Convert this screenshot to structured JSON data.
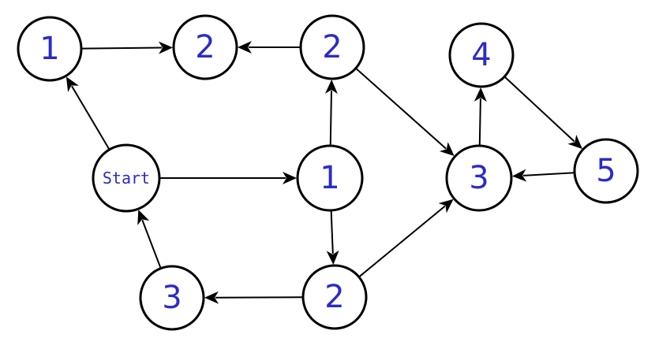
{
  "diagram": {
    "nodes": [
      {
        "id": "n_start",
        "label": "Start"
      },
      {
        "id": "n_tl1",
        "label": "1"
      },
      {
        "id": "n_tc2",
        "label": "2"
      },
      {
        "id": "n_tr2",
        "label": "2"
      },
      {
        "id": "n_c1",
        "label": "1"
      },
      {
        "id": "n_bc2",
        "label": "2"
      },
      {
        "id": "n_bl3",
        "label": "3"
      },
      {
        "id": "n_r3",
        "label": "3"
      },
      {
        "id": "n_r4",
        "label": "4"
      },
      {
        "id": "n_r5",
        "label": "5"
      }
    ],
    "edges": [
      {
        "from": "n_start",
        "to": "n_tl1"
      },
      {
        "from": "n_tl1",
        "to": "n_tc2"
      },
      {
        "from": "n_tr2",
        "to": "n_tc2"
      },
      {
        "from": "n_start",
        "to": "n_c1"
      },
      {
        "from": "n_c1",
        "to": "n_tr2"
      },
      {
        "from": "n_c1",
        "to": "n_bc2"
      },
      {
        "from": "n_bc2",
        "to": "n_bl3"
      },
      {
        "from": "n_bl3",
        "to": "n_start"
      },
      {
        "from": "n_tr2",
        "to": "n_r3"
      },
      {
        "from": "n_bc2",
        "to": "n_r3"
      },
      {
        "from": "n_r3",
        "to": "n_r4"
      },
      {
        "from": "n_r4",
        "to": "n_r5"
      },
      {
        "from": "n_r5",
        "to": "n_r3"
      }
    ],
    "colors": {
      "label": "#2b2bc8",
      "stroke": "#000000",
      "fill": "#ffffff"
    }
  }
}
